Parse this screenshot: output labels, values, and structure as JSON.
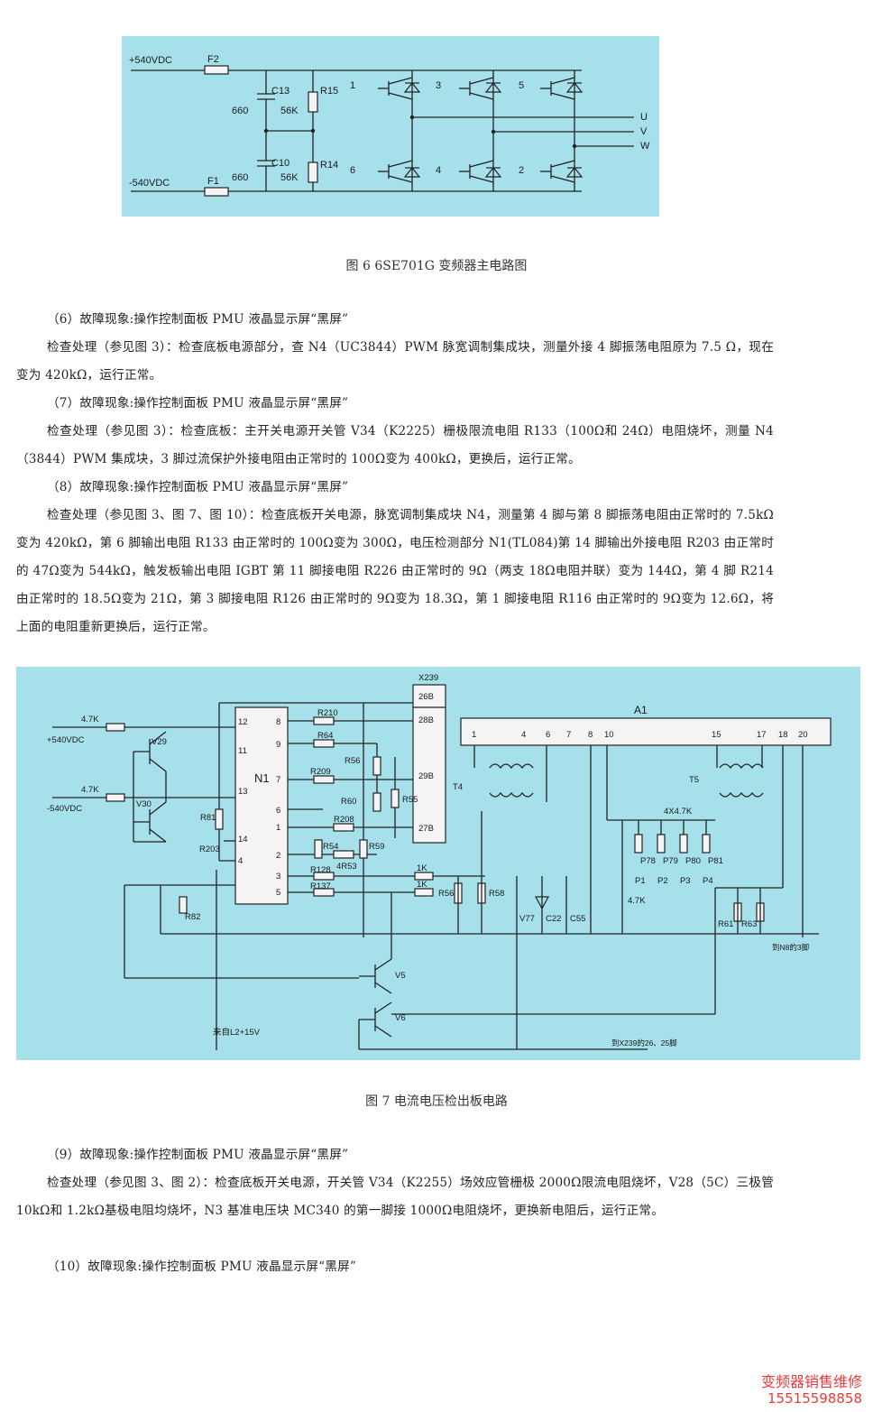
{
  "figure6": {
    "caption": "图 6   6SE701G 变频器主电路图",
    "labels": {
      "pos": "+540VDC",
      "neg": "-540VDC",
      "f2": "F2",
      "f1": "F1",
      "c13": "C13",
      "c10": "C10",
      "r15": "R15",
      "r14": "R14",
      "cap_top": "660",
      "cap_bot": "660",
      "res_top": "56K",
      "res_bot": "56K",
      "u": "U",
      "v": "V",
      "w": "W",
      "t1": "1",
      "t3": "3",
      "t5": "5",
      "t6": "6",
      "t4": "4",
      "t2": "2"
    }
  },
  "paragraphs": [
    "（6）故障现象:操作控制面板 PMU 液晶显示屏“黑屏”",
    "检查处理（参见图 3）：检查底板电源部分，查 N4（UC3844）PWM 脉宽调制集成块，测量外接 4 脚振荡电阻原为 7.5 Ω，现在变为 420kΩ，运行正常。",
    "（7）故障现象:操作控制面板 PMU 液晶显示屏“黑屏”",
    "检查处理（参见图 3）：检查底板：主开关电源开关管 V34（K2225）栅极限流电阻 R133（100Ω和 24Ω）电阻烧坏，测量 N4（3844）PWM 集成块，3 脚过流保护外接电阻由正常时的 100Ω变为 400kΩ，更换后，运行正常。",
    "（8）故障现象:操作控制面板 PMU 液晶显示屏“黑屏”",
    "检查处理（参见图 3、图 7、图 10）：检查底板开关电源，脉宽调制集成块 N4，测量第 4 脚与第 8 脚振荡电阻由正常时的 7.5kΩ变为 420kΩ，第 6 脚输出电阻 R133 由正常时的 100Ω变为 300Ω，电压检测部分 N1(TL084)第 14 脚输出外接电阻 R203 由正常时的 47Ω变为 544kΩ，触发板输出电阻 IGBT 第 11 脚接电阻 R226 由正常时的 9Ω（两支 18Ω电阻并联）变为 144Ω，第 4 脚 R214 由正常时的 18.5Ω变为 21Ω，第 3 脚接电阻 R126 由正常时的 9Ω变为 18.3Ω，第 1 脚接电阻 R116 由正常时的 9Ω变为 12.6Ω，将上面的电阻重新更换后，运行正常。"
  ],
  "figure7": {
    "caption": "图 7   电流电压检出板电路",
    "labels": {
      "x239": "X239",
      "a1": "A1",
      "n1": "N1",
      "t4": "T4",
      "t5": "T5",
      "pos": "+540VDC",
      "neg": "-540VDC",
      "r47a": "4.7K",
      "r47b": "4.7K",
      "v29": "V29",
      "v30": "V30",
      "r81": "R81",
      "r203": "R203",
      "r82": "R82",
      "r210": "R210",
      "r64": "R64",
      "r209": "R209",
      "r56": "R56",
      "r60": "R60",
      "r55": "R55",
      "r208": "R208",
      "r54": "R54",
      "r59": "R59",
      "r53": "4R53",
      "r128": "R128",
      "r137": "R137",
      "k1a": "1K",
      "k1b": "1K",
      "r56b": "R56",
      "r58": "R58",
      "v77": "V77",
      "c22": "C22",
      "c55": "C55",
      "c47": "4.7K",
      "r4x": "4X4.7K",
      "p78": "P78",
      "p79": "P79",
      "p80": "P80",
      "p81": "P81",
      "p1": "P1",
      "p2": "P2",
      "p3": "P3",
      "p4": "P4",
      "r61": "R61",
      "r63": "R63",
      "v5": "V5",
      "v6": "V6",
      "src15": "来自L2+15V",
      "ton8": "到N8的3脚",
      "tox239": "到X239的26、25脚",
      "pin26": "26B",
      "pin28": "28B",
      "pin29": "29B",
      "pin27": "27B",
      "n1p12": "12",
      "n1p11": "11",
      "n1p13": "13",
      "n1p14": "14",
      "n1p4": "4",
      "n1p8": "8",
      "n1p9": "9",
      "n1p7": "7",
      "n1p6": "6",
      "n1p1": "1",
      "n1p2": "2",
      "n1p3": "3",
      "n1p5": "5",
      "a1p1": "1",
      "a1p4": "4",
      "a1p6": "6",
      "a1p7": "7",
      "a1p8": "8",
      "a1p10": "10",
      "a1p15": "15",
      "a1p17": "17",
      "a1p18": "18",
      "a1p20": "20"
    }
  },
  "paragraphs2": [
    "（9）故障现象:操作控制面板 PMU 液晶显示屏“黑屏”",
    "检查处理（参见图 3、图 2）：检查底板开关电源，开关管 V34（K2255）场效应管栅极 2000Ω限流电阻烧坏，V28（5C）三极管 10kΩ和 1.2kΩ基极电阻均烧坏，N3 基准电压块 MC340 的第一脚接 1000Ω电阻烧坏，更换新电阻后，运行正常。",
    "（10）故障现象:操作控制面板 PMU 液晶显示屏“黑屏”"
  ],
  "watermark": {
    "line1": "变频器销售维修",
    "line2": "15515598858"
  }
}
